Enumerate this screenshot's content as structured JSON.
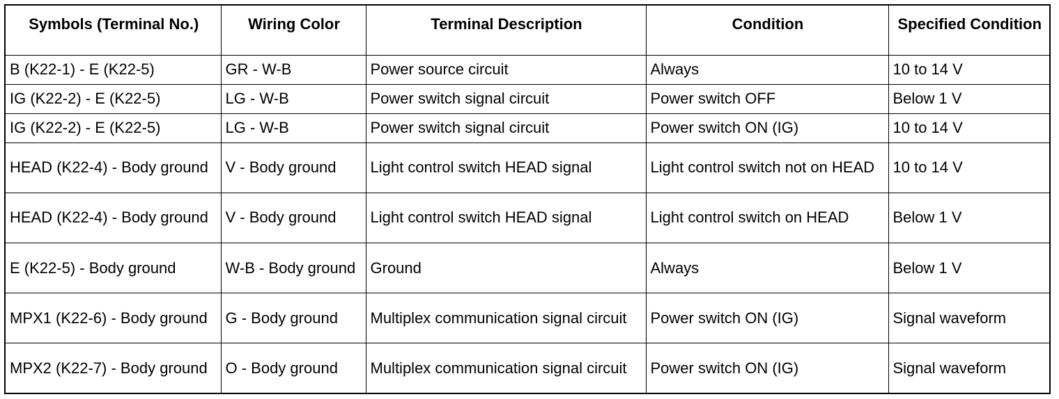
{
  "table": {
    "headers": [
      "Symbols (Terminal No.)",
      "Wiring Color",
      "Terminal Description",
      "Condition",
      "Specified Condition"
    ],
    "rows": [
      [
        "B (K22-1) - E (K22-5)",
        "GR - W-B",
        "Power source circuit",
        "Always",
        "10 to 14 V"
      ],
      [
        "IG (K22-2) - E (K22-5)",
        "LG - W-B",
        "Power switch signal circuit",
        "Power switch OFF",
        "Below 1 V"
      ],
      [
        "IG (K22-2) - E (K22-5)",
        "LG - W-B",
        "Power switch signal circuit",
        "Power switch ON (IG)",
        "10 to 14 V"
      ],
      [
        "HEAD (K22-4) - Body ground",
        "V - Body ground",
        "Light control switch HEAD signal",
        "Light control switch not on HEAD",
        "10 to 14 V"
      ],
      [
        "HEAD (K22-4) - Body ground",
        "V - Body ground",
        "Light control switch HEAD signal",
        "Light control switch on HEAD",
        "Below 1 V"
      ],
      [
        "E (K22-5) - Body ground",
        "W-B - Body ground",
        "Ground",
        "Always",
        "Below 1 V"
      ],
      [
        "MPX1 (K22-6) - Body ground",
        "G - Body ground",
        "Multiplex communication signal circuit",
        "Power switch ON (IG)",
        "Signal waveform"
      ],
      [
        "MPX2 (K22-7) - Body ground",
        "O - Body ground",
        "Multiplex communication signal circuit",
        "Power switch ON (IG)",
        "Signal waveform"
      ]
    ]
  }
}
